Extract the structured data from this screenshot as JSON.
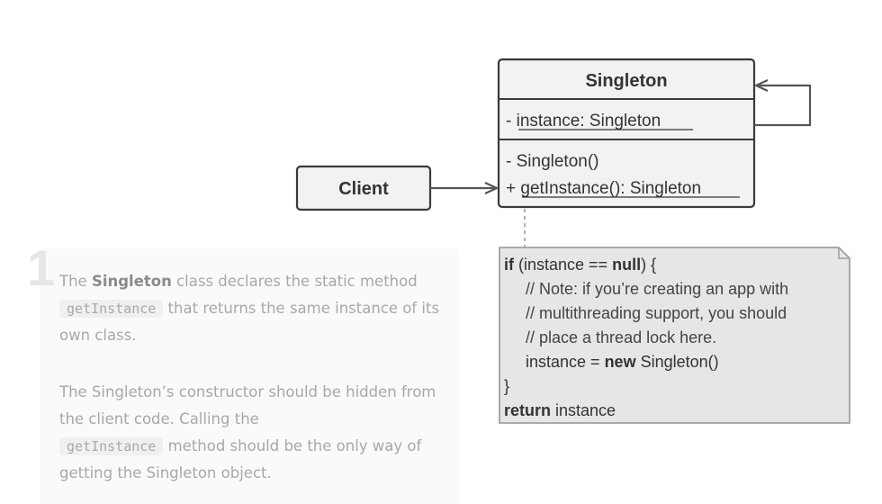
{
  "uml": {
    "singleton": {
      "name": "Singleton",
      "field": "- instance: Singleton",
      "methods": [
        "- Singleton()",
        "+ getInstance(): Singleton"
      ]
    },
    "client": {
      "name": "Client"
    }
  },
  "note": {
    "lines": [
      {
        "kw": "if",
        "rest1": " (instance == ",
        "kw2": "null",
        "rest2": ") {"
      },
      {
        "text": "// Note: if you’re creating an app with"
      },
      {
        "text": "// multithreading support, you should"
      },
      {
        "text": "// place a thread lock here."
      },
      {
        "pre": "instance = ",
        "kw": "new",
        "post": " Singleton()"
      },
      {
        "text": "}"
      },
      {
        "kw": "return",
        "post": " instance"
      }
    ]
  },
  "annotation": {
    "number": "1",
    "p1": {
      "t1": "The ",
      "bold": "Singleton",
      "t2": " class declares the static method",
      "code": "getInstance",
      "t3": " that returns the same instance of its own class."
    },
    "p2": {
      "t1": "The Singleton’s constructor should be hidden from the client code. Calling the",
      "code": "getInstance",
      "t2": " method should be the only way of getting the Singleton object."
    }
  },
  "colors": {
    "box_fill": "#f2f2f2",
    "box_stroke": "#3a3a3a",
    "note_fill": "#e6e6e6",
    "note_stroke": "#a0a0a0",
    "annotation_bg": "#fafafa"
  }
}
